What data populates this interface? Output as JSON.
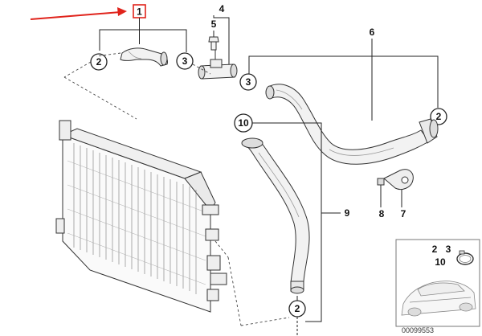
{
  "diagram": {
    "highlight_part": "1",
    "accent_color": "#e0231b",
    "callouts": {
      "c1": "1",
      "c2_left": "2",
      "c3_left": "3",
      "c4": "4",
      "c5": "5",
      "c3_mid": "3",
      "c6": "6",
      "c2_right": "2",
      "c10": "10",
      "c9": "9",
      "c8": "8",
      "c7": "7",
      "c2_bottom": "2"
    },
    "inset": {
      "line1a": "2",
      "line1b": "3",
      "line2": "10"
    },
    "reference_number": "00099553"
  }
}
